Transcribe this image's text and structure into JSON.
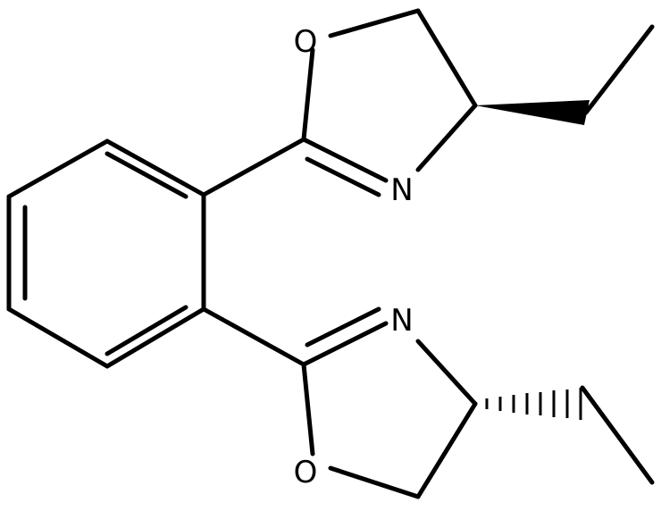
{
  "atoms": {
    "o_top": "O",
    "n_top": "N",
    "n_bottom": "N",
    "o_bottom": "O"
  },
  "colors": {
    "bond": "#000000",
    "background": "#ffffff"
  }
}
